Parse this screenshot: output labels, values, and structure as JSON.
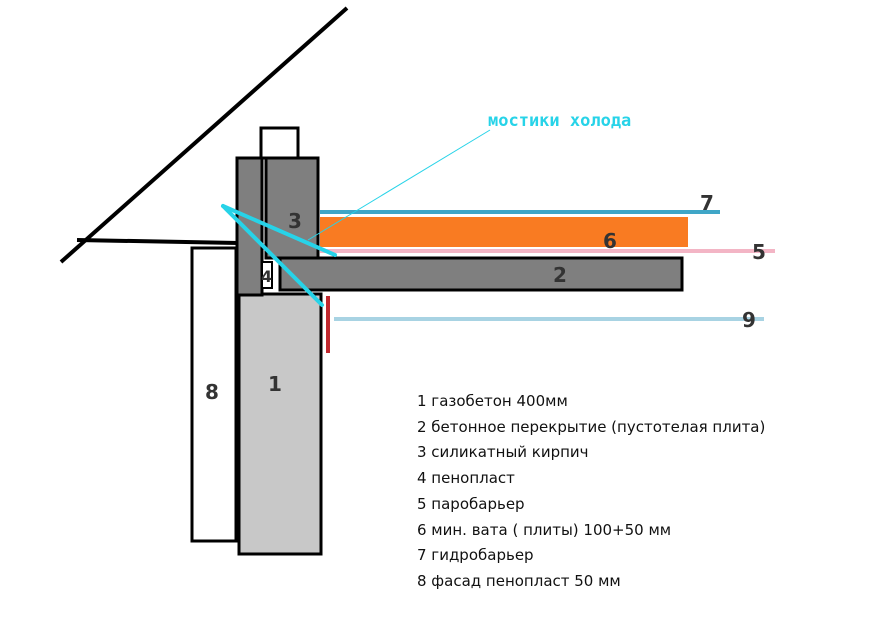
{
  "callout": {
    "text": "мостики холода",
    "color": "#27d3e8"
  },
  "labels": {
    "n1": "1",
    "n2": "2",
    "n3": "3",
    "n4": "4",
    "n5": "5",
    "n6": "6",
    "n7": "7",
    "n8": "8",
    "n9": "9"
  },
  "legend": [
    "1 газобетон 400мм",
    "2 бетонное перекрытие (пустотелая плита)",
    "3 силикатный кирпич",
    "4 пенопласт",
    "5 паробарьер",
    "6 мин. вата ( плиты) 100+50 мм",
    "7 гидробарьер",
    "8 фасад пенопласт 50 мм"
  ],
  "colors": {
    "aerated_concrete": "#c8c8c8",
    "concrete_slab": "#7f7f7f",
    "silicate_brick": "#7f7f7f",
    "mineral_wool": "#f97b22",
    "vapor_barrier": "#f3b5c5",
    "hydro_barrier": "#3fa6c7",
    "line_9": "#a8d3e3",
    "red_bar": "#c0282e",
    "cold_bridge": "#27d3e8"
  }
}
